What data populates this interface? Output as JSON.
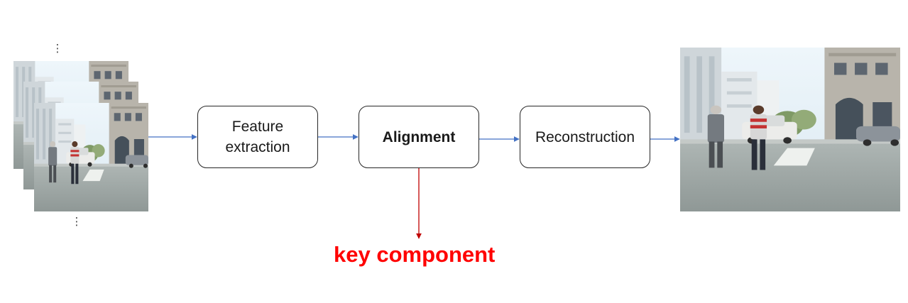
{
  "diagram": {
    "steps": [
      {
        "id": "feature",
        "label_lines": [
          "Feature",
          "extraction"
        ],
        "emphasis": false
      },
      {
        "id": "alignment",
        "label_lines": [
          "Alignment"
        ],
        "emphasis": true
      },
      {
        "id": "reconstruction",
        "label_lines": [
          "Reconstruction"
        ],
        "emphasis": false
      }
    ],
    "annotation": {
      "label": "key component",
      "target": "alignment"
    },
    "input": {
      "kind": "stack of street-scene video frames",
      "frame_count_shown": 3,
      "continuation_marks": "⋮"
    },
    "output": {
      "kind": "reconstructed street-scene frame"
    },
    "edges": [
      [
        "input",
        "feature"
      ],
      [
        "feature",
        "alignment"
      ],
      [
        "alignment",
        "reconstruction"
      ],
      [
        "reconstruction",
        "output"
      ],
      [
        "alignment",
        "annotation"
      ]
    ]
  },
  "colors": {
    "flow_arrow": "#4472c4",
    "annotation_arrow": "#c00000",
    "annotation_text": "#ff0000",
    "box_border": "#262626"
  }
}
